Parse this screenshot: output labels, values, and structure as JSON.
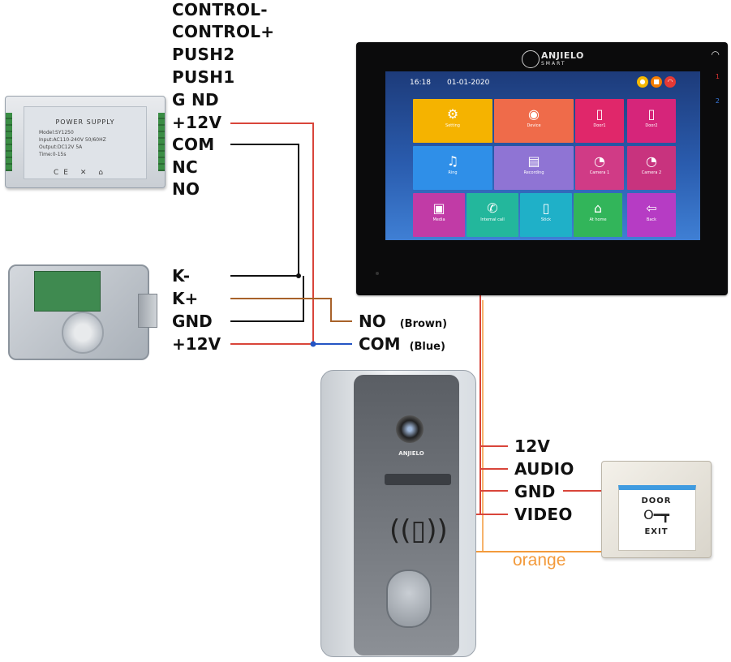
{
  "power_supply": {
    "terminal_labels": [
      "CONTROL-",
      "CONTROL+",
      "PUSH2",
      "PUSH1",
      "G ND",
      "+12V",
      "COM",
      "NC",
      "NO"
    ],
    "device": {
      "title": "POWER SUPPLY",
      "model": "Model:SY1250",
      "input": "Input:AC110-240V 50/60HZ",
      "output": "Output:DC12V 5A",
      "time": "Time:0-15s",
      "marks": "CE ✕ ⌂"
    }
  },
  "lock": {
    "terminal_labels": [
      "K-",
      "K+",
      "GND",
      "+12V"
    ]
  },
  "exit_switch_wires": {
    "no_label": "NO",
    "no_note": "(Brown)",
    "com_label": "COM",
    "com_note": "(Blue)"
  },
  "monitor": {
    "brand": "ANJIELO",
    "brand_sub": "SMART",
    "led_1": "1",
    "led_2": "2",
    "status": {
      "time": "16:18",
      "date": "01-01-2020",
      "icons": [
        "bell-icon",
        "record-icon",
        "wifi-icon"
      ],
      "icon_colors": [
        "#f5b800",
        "#f57c00",
        "#e53935"
      ]
    },
    "tiles": [
      {
        "label": "Setting",
        "icon": "⚙",
        "color": "#f5b300"
      },
      {
        "label": "Device",
        "icon": "◉",
        "color": "#ef6b4a"
      },
      {
        "label": "Door1",
        "icon": "▯",
        "color": "#e0276a"
      },
      {
        "label": "Door2",
        "icon": "▯",
        "color": "#d6257a"
      },
      {
        "label": "Ring",
        "icon": "♫",
        "color": "#2f8fe8"
      },
      {
        "label": "Recording",
        "icon": "▤",
        "color": "#8f74d4"
      },
      {
        "label": "Camera 1",
        "icon": "◔",
        "color": "#d03b86"
      },
      {
        "label": "Camera 2",
        "icon": "◔",
        "color": "#c8337e"
      },
      {
        "label": "Media",
        "icon": "▣",
        "color": "#c13ba6"
      },
      {
        "label": "Internal call",
        "icon": "✆",
        "color": "#23b79c"
      },
      {
        "label": "Stick",
        "icon": "▯",
        "color": "#1fb0c8"
      },
      {
        "label": "At home",
        "icon": "⌂",
        "color": "#32b55a"
      },
      {
        "label": "Back",
        "icon": "⇦",
        "color": "#b63cc4"
      }
    ]
  },
  "doorbell": {
    "brand": "ANJIELO",
    "wire_labels": [
      "12V",
      "AUDIO",
      "GND",
      "VIDEO"
    ],
    "extra_wire_label": "orange"
  },
  "exit_button": {
    "top_text": "DOOR",
    "key_symbol": "O━┳",
    "bottom_text": "EXIT"
  },
  "colors": {
    "red_wire": "#d9453a",
    "black_wire": "#111111",
    "brown_wire": "#a8622a",
    "blue_wire": "#2455c4",
    "orange_wire": "#f39a3b"
  }
}
